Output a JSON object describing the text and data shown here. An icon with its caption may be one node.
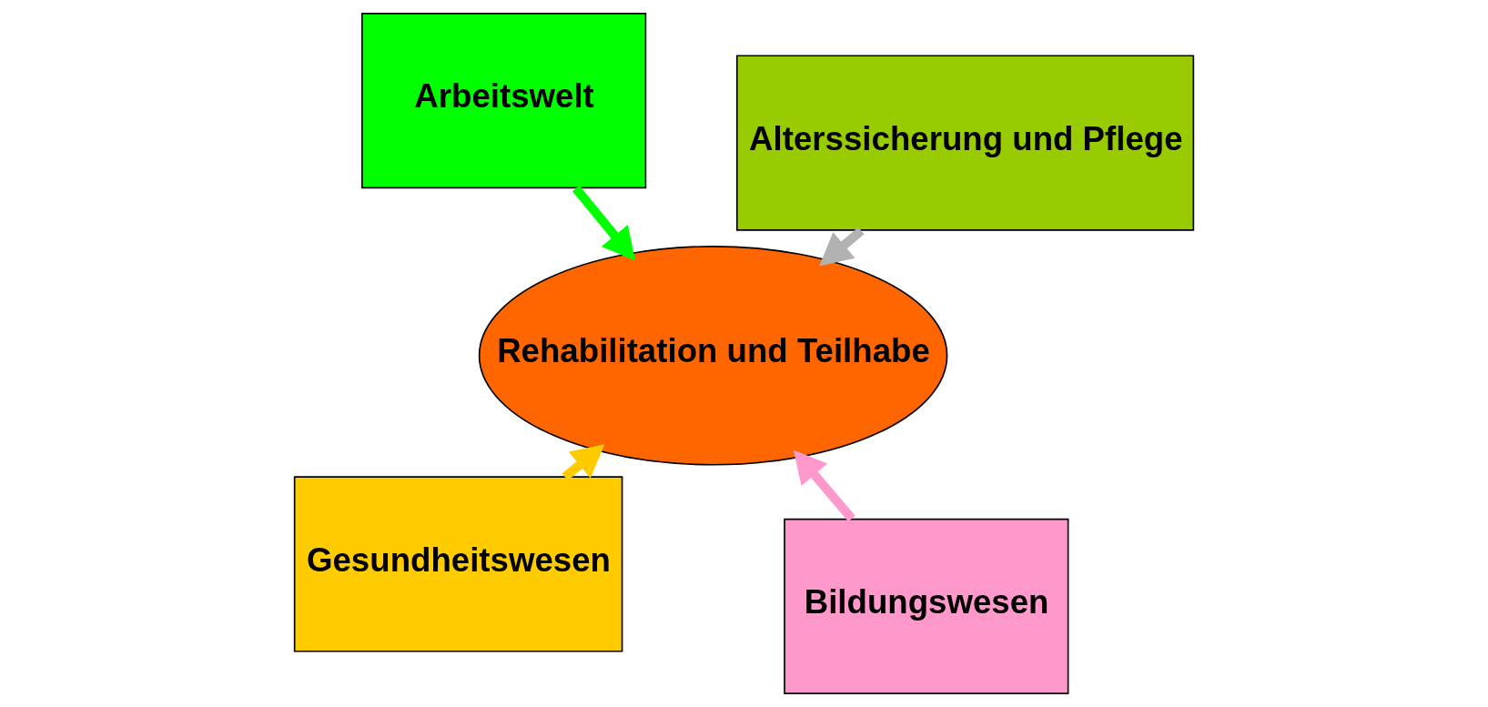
{
  "diagram": {
    "nodes": [
      {
        "text": [
          "Gesundheitswesen"
        ]
      },
      {
        "text": [
          "Bildungswesen"
        ]
      },
      {
        "text": [
          "Rehabilitation und Teilhabe"
        ]
      },
      {
        "text": [
          "Arbeitswelt"
        ]
      },
      {
        "text": [
          "Alterssicherung und Pflege"
        ]
      }
    ],
    "edges": [
      {
        "from": 0,
        "to": 2,
        "arrow": "to",
        "color": "#ffcc00"
      },
      {
        "from": 1,
        "to": 2,
        "arrow": "to",
        "color": "#ff99cc"
      },
      {
        "from": 3,
        "to": 2,
        "arrow": "to",
        "color": "#00ff00"
      },
      {
        "from": 4,
        "to": 2,
        "arrow": "to",
        "color": "#b2b2b2"
      }
    ]
  }
}
